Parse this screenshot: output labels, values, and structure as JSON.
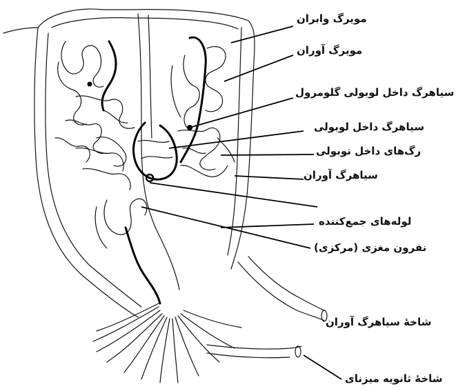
{
  "labels": {
    "capillary_veins": "مویرگ وابران",
    "afferent_capillary": "مویرگ آوران",
    "intralobular_glomerular_vein": "سیاهرگ داخل لوبولی گلومرول",
    "intralobular_vein": "سیاهرگ داخل لوبولی",
    "intratubular_vessels": "رگ‌های داخل توبولی",
    "afferent_vein": "سیاهرگ آوران",
    "collecting_tubes": "لوله‌های جمع‌کننده",
    "medullary_nephron": "نفرون مغزی (مرکزی)",
    "afferent_vein_branch": "شاخهٔ سیاهرگ آوران",
    "secondary_ureter_branch": "شاخهٔ ثانویه میزنای"
  }
}
